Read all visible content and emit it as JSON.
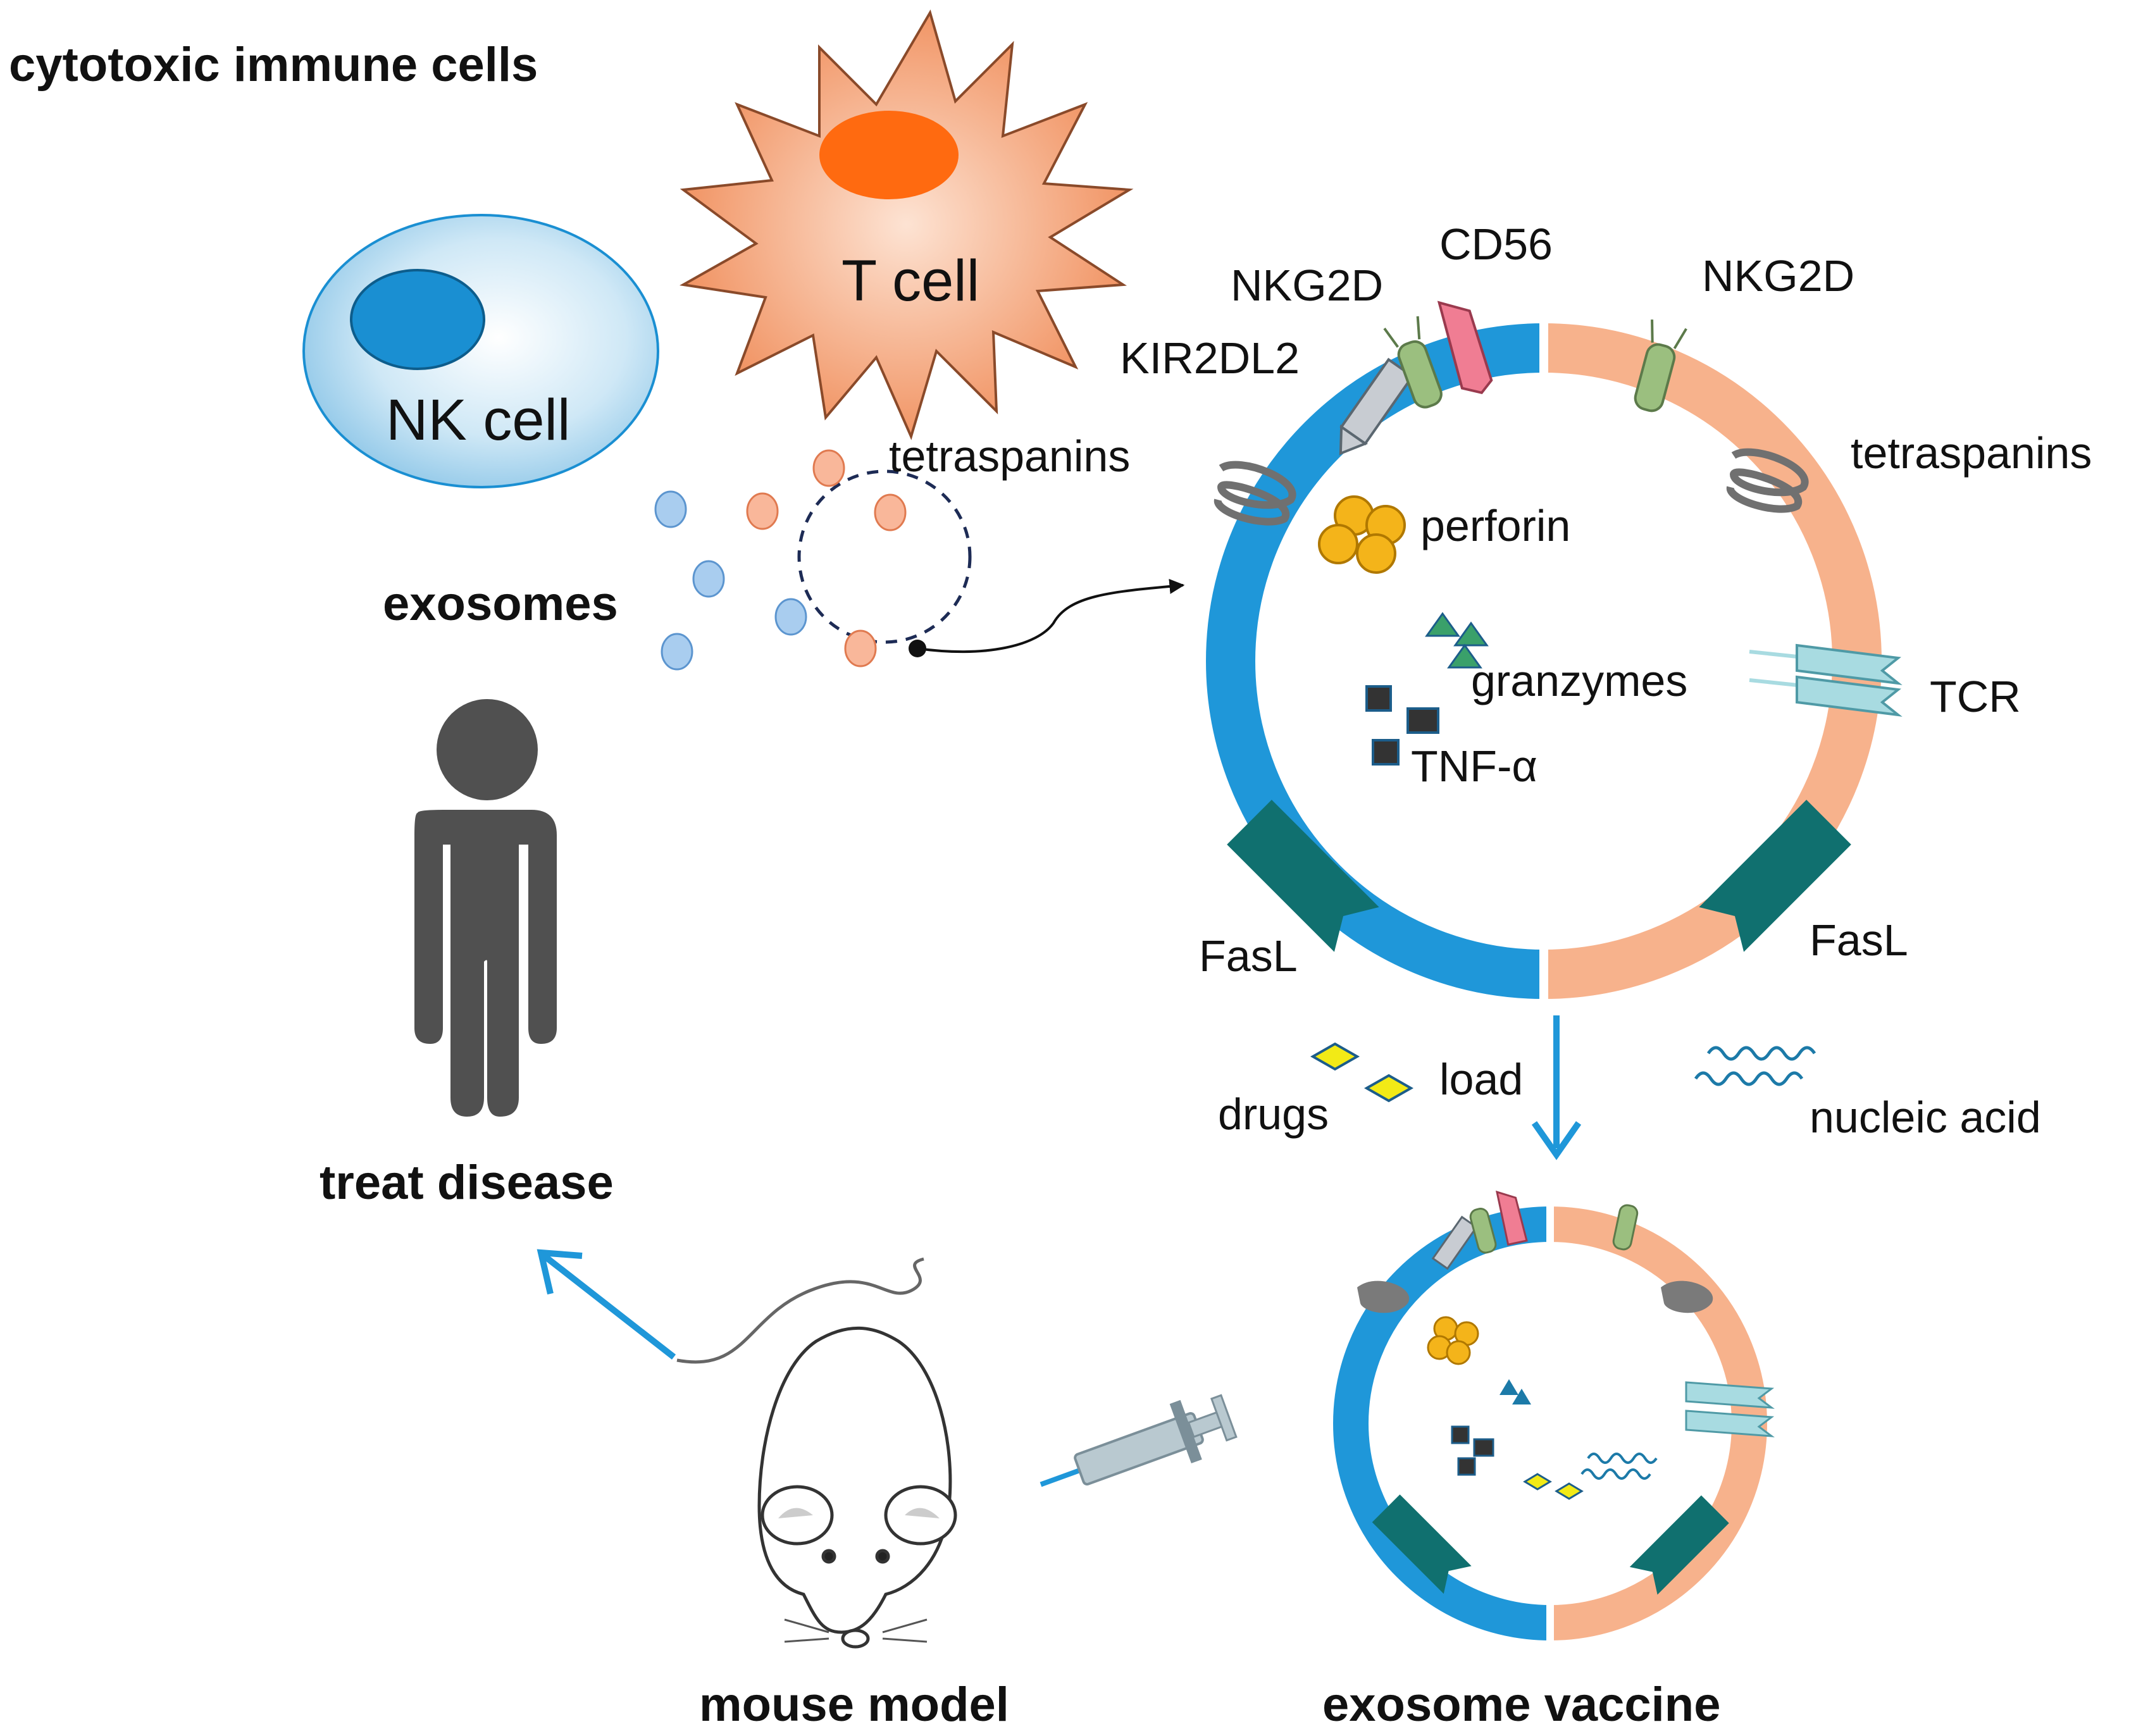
{
  "title": "cytotoxic immune cells",
  "cells": {
    "t_cell": "T cell",
    "nk_cell": "NK cell"
  },
  "exosomes": {
    "label": "exosomes",
    "tetraspanins": "tetraspanins"
  },
  "membrane": {
    "nkg2d_left": "NKG2D",
    "cd56": "CD56",
    "kir2dl2": "KIR2DL2",
    "nkg2d_right": "NKG2D",
    "tetraspanins_right": "tetraspanins",
    "tcr": "TCR",
    "fasl_left": "FasL",
    "fasl_right": "FasL"
  },
  "cargo": {
    "perforin": "perforin",
    "granzymes": "granzymes",
    "tnf": "TNF-α"
  },
  "loading": {
    "load": "load",
    "drugs": "drugs",
    "nucleic_acid": "nucleic acid"
  },
  "outputs": {
    "treat_disease": "treat disease",
    "mouse_model": "mouse model",
    "exosome_vaccine": "exosome vaccine"
  },
  "colors": {
    "nk_membrane": "#1f97d9",
    "t_membrane": "#f7b28c",
    "t_cell_fill": "#f08d5a",
    "t_cell_nucleus": "#ff6a10",
    "nk_cell_fill": "#bde0f3",
    "nk_nucleus": "#1a8fd2",
    "fasl": "#10706f",
    "nkg2d": "#9bbf7f",
    "cd56": "#f07d93",
    "perforin": "#f4b41a",
    "tetraspanin": "#7a7a7a",
    "tcr": "#a8dbe1",
    "arrow": "#1f97d9",
    "human": "#505050"
  }
}
